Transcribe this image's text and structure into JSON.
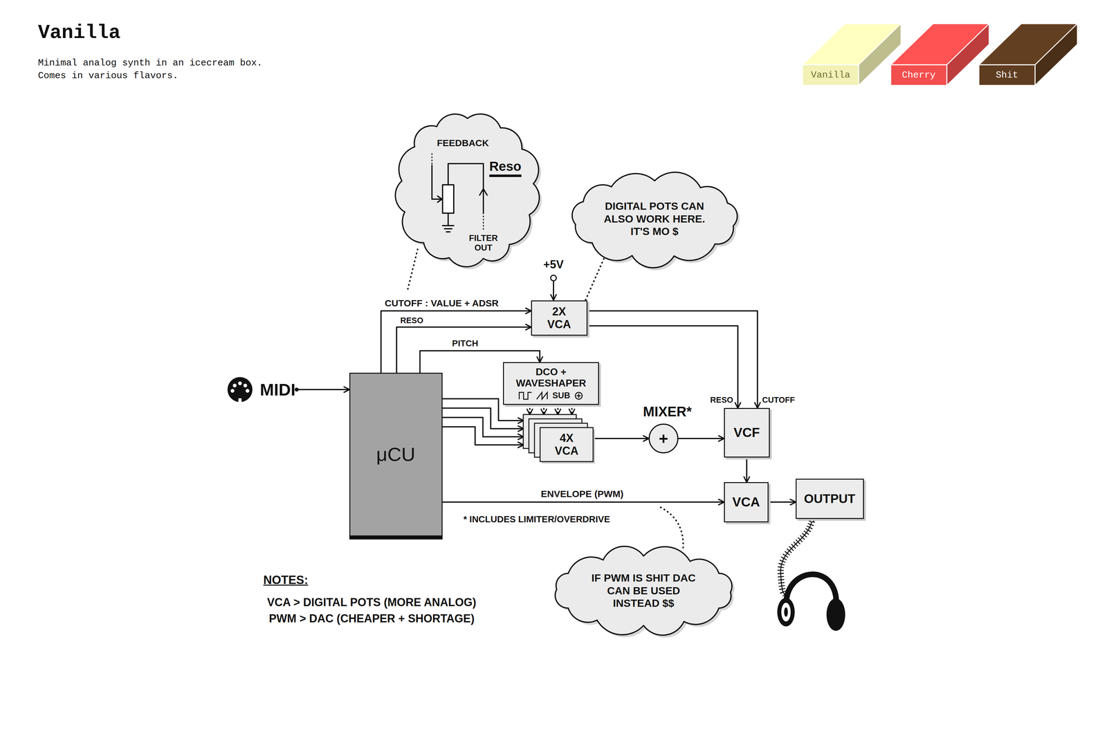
{
  "diagram": {
    "title": "Vanilla",
    "caption": "Minimal analog synth in an icecream box. Comes in various flavors.",
    "nodes": [
      {
        "text": [
          "FEEDBACK",
          "Reso",
          "FILTER OUT"
        ]
      },
      {
        "text": [
          "DIGITAL POTS CAN ALSO WORK HERE. IT'S MO $"
        ]
      },
      {
        "text": [
          "2X VCA"
        ]
      },
      {
        "text": [
          "DCO + WAVESHAPER",
          "SUB"
        ]
      },
      {
        "text": [
          "MIDI"
        ]
      },
      {
        "text": [
          "μCU"
        ]
      },
      {
        "text": [
          "4X VCA"
        ]
      },
      {
        "text": [
          "MIXER*",
          "+"
        ]
      },
      {
        "text": [
          "VCF"
        ]
      },
      {
        "text": [
          "VCA"
        ]
      },
      {
        "text": [
          "OUTPUT"
        ]
      },
      {
        "text": [
          "IF PWM IS SHIT DAC CAN BE USED INSTEAD $$"
        ]
      }
    ],
    "edges": [
      {
        "from": 4,
        "to": 5,
        "arrow": "to"
      },
      {
        "from": 5,
        "to": 2,
        "label": "CUTOFF : VALUE + ADSR",
        "arrow": "to"
      },
      {
        "from": 5,
        "to": 2,
        "label": "RESO",
        "arrow": "to"
      },
      {
        "from": 5,
        "to": 3,
        "label": "PITCH",
        "arrow": "to"
      },
      {
        "from": 5,
        "to": 6,
        "arrow": "to"
      },
      {
        "from": 5,
        "to": 6,
        "arrow": "to"
      },
      {
        "from": 5,
        "to": 6,
        "arrow": "to"
      },
      {
        "from": 5,
        "to": 6,
        "arrow": "to"
      },
      {
        "from": 3,
        "to": 6,
        "arrow": "to"
      },
      {
        "from": 3,
        "to": 6,
        "arrow": "to"
      },
      {
        "from": 3,
        "to": 6,
        "arrow": "to"
      },
      {
        "from": 3,
        "to": 6,
        "arrow": "to"
      },
      {
        "from": 6,
        "to": 7,
        "arrow": "to"
      },
      {
        "from": 7,
        "to": 8,
        "arrow": "to"
      },
      {
        "from": 2,
        "to": 8,
        "label": "RESO",
        "arrow": "to"
      },
      {
        "from": 2,
        "to": 8,
        "label": "CUTOFF",
        "arrow": "to"
      },
      {
        "from": 8,
        "to": 9,
        "arrow": "to"
      },
      {
        "from": 5,
        "to": 9,
        "label": "ENVELOPE (PWM)",
        "arrow": "to"
      },
      {
        "from": 9,
        "to": 10,
        "arrow": "to"
      },
      {
        "from": 1,
        "to": 2,
        "arrow": "none"
      }
    ],
    "labels": [
      "+5V",
      "* INCLUDES LIMITER/OVERDRIVE",
      "NOTES:",
      "VCA > DIGITAL POTS (MORE ANALOG)",
      "PWM > DAC (CHEAPER + SHORTAGE)"
    ],
    "legend": [
      {
        "text": "Vanilla",
        "color": "#f2f2b6"
      },
      {
        "text": "Cherry",
        "color": "#f24e4e"
      },
      {
        "text": "Shit",
        "color": "#5e3c1f"
      }
    ]
  }
}
